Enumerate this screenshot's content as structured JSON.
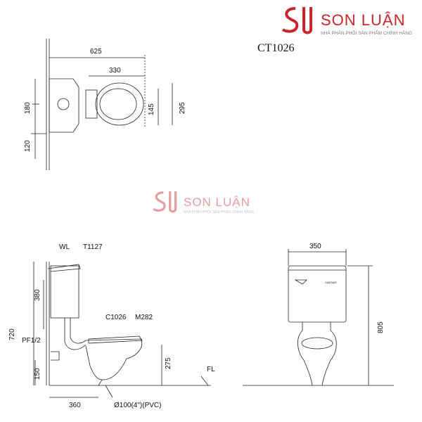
{
  "brand": {
    "name": "SON LUẬN",
    "tagline": "NHÀ PHÂN PHỐI SẢN PHẨM CHÍNH HÃNG",
    "color": "#c9252c"
  },
  "model_code": "CT1026",
  "top_view": {
    "dims": {
      "overall_depth": "625",
      "bowl_depth": "330",
      "bowl_half_width": "145",
      "bowl_width": "295",
      "water_supply_height": "180",
      "supply_offset": "120"
    }
  },
  "side_view": {
    "labels": {
      "wall_line": "WL",
      "tank_model": "T1127",
      "bowl_model": "C1026",
      "seat_model": "M282",
      "floor_line": "FL",
      "supply_fitting": "PF1/2"
    },
    "dims": {
      "total_height": "720",
      "tank_height": "380",
      "supply_height": "150",
      "rim_height": "275",
      "rough_in": "360",
      "drain": "Ø100(4\")(PVC)"
    }
  },
  "front_view": {
    "dims": {
      "tank_width": "350",
      "total_height": "805"
    },
    "tank_badge": "CAESAR"
  }
}
